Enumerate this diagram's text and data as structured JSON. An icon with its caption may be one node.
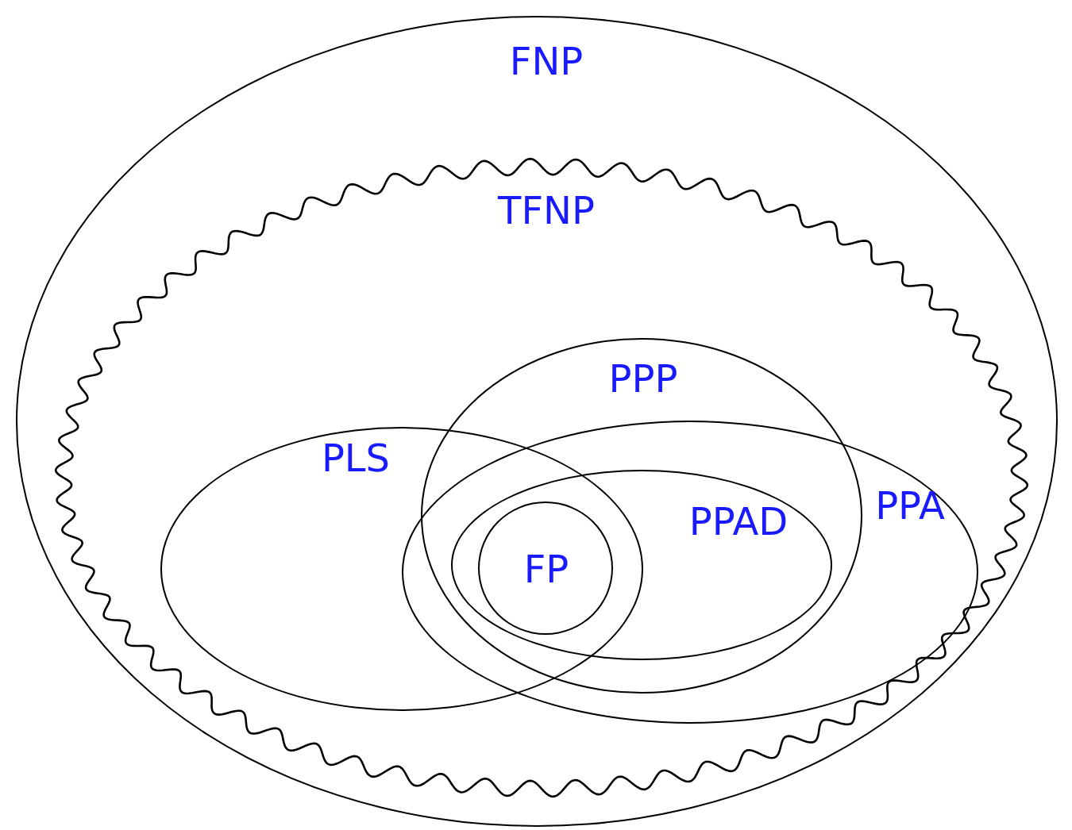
{
  "diagram": {
    "nodes": [
      {
        "text": [
          "FNP"
        ]
      },
      {
        "text": [
          "TFNP"
        ],
        "in": 0
      },
      {
        "text": [
          "PPP"
        ],
        "in": 1
      },
      {
        "text": [
          "PLS"
        ],
        "in": 1
      },
      {
        "text": [
          "PPA"
        ],
        "in": 1
      },
      {
        "text": [
          "PPAD"
        ]
      },
      {
        "text": [
          "FP"
        ]
      }
    ]
  }
}
